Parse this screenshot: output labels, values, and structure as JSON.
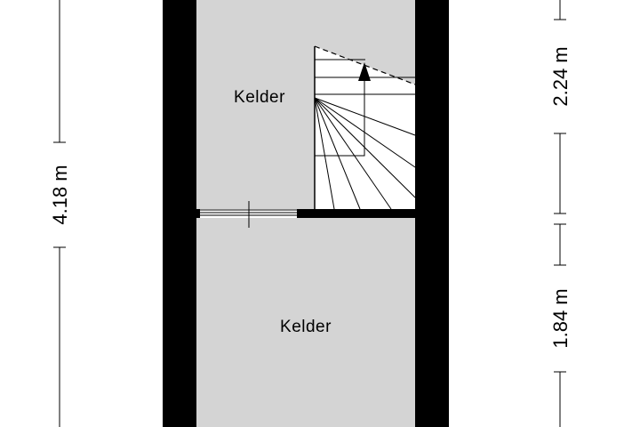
{
  "floorplan": {
    "rooms": [
      {
        "label": "Kelder"
      },
      {
        "label": "Kelder"
      }
    ],
    "dimensions": {
      "left_total": "4.18 m",
      "right_top": "2.24 m",
      "right_bottom": "1.84 m"
    },
    "colors": {
      "wall": "#000000",
      "floor": "#d4d4d4",
      "background": "#ffffff",
      "dimension_line": "#000000"
    },
    "icons": [
      "staircase-icon",
      "stair-direction-arrow-icon",
      "door-opening-icon"
    ]
  }
}
